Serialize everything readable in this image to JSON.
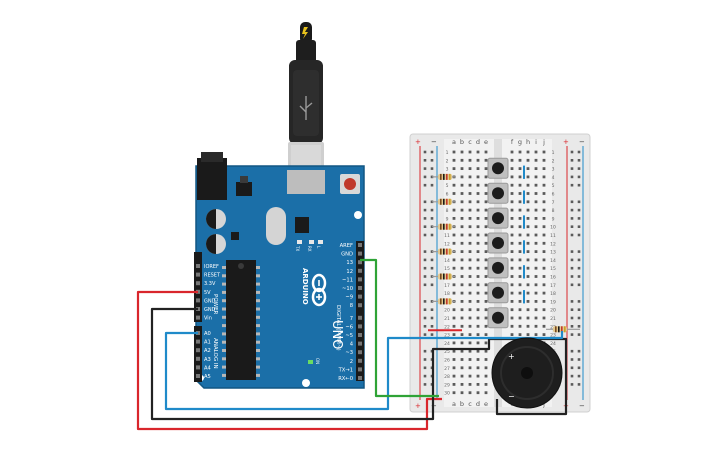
{
  "arduino": {
    "logo_text": "ARDUINO",
    "model_text": "UNO",
    "digital_label": "DIGITAL (PWM~)",
    "power_header_label": "POWER",
    "analog_header_label": "ANALOG IN",
    "top_pins": [
      "AREF",
      "GND",
      "13",
      "12",
      "~11",
      "~10",
      "~9",
      "8",
      "7",
      "~6",
      "~5",
      "4",
      "~3",
      "2",
      "TX→1",
      "RX←0"
    ],
    "power_pins": [
      "IOREF",
      "RESET",
      "3.3V",
      "5V",
      "GND",
      "GND",
      "Vin"
    ],
    "analog_pins": [
      "A0",
      "A1",
      "A2",
      "A3",
      "A4",
      "A5"
    ],
    "led_labels": [
      "TX",
      "RX",
      "L",
      "ON"
    ],
    "color": "#1b6fa8"
  },
  "breadboard": {
    "columns_left": [
      "a",
      "b",
      "c",
      "d",
      "e"
    ],
    "columns_right": [
      "f",
      "g",
      "h",
      "i",
      "j"
    ],
    "row_numbers": [
      "1",
      "2",
      "3",
      "4",
      "5",
      "6",
      "7",
      "8",
      "9",
      "10",
      "11",
      "12",
      "13",
      "14",
      "15",
      "16",
      "17",
      "18",
      "19",
      "20",
      "21",
      "22",
      "23",
      "24",
      "25",
      "26",
      "27",
      "28",
      "29",
      "30"
    ],
    "rail_plus": "+",
    "rail_minus": "−"
  },
  "buzzer": {
    "plus_label": "+",
    "minus_label": "−"
  },
  "colors": {
    "wire_red": "#d9262c",
    "wire_black": "#222222",
    "wire_blue": "#1f8ac9",
    "wire_green": "#2fa336"
  }
}
